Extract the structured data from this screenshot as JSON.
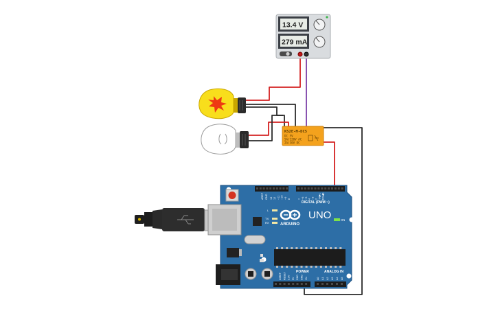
{
  "power_supply": {
    "voltage_display": "13.4 V",
    "current_display": "279 mA"
  },
  "relay": {
    "model": "KS2E-M-DC5",
    "line1": "DC 5V",
    "line2": "5A/120V AC",
    "line3": "2A/30V DC"
  },
  "arduino": {
    "brand": "ARDUINO",
    "model": "UNO",
    "digital_label": "DIGITAL (PWM ~)",
    "power_label": "POWER",
    "analog_label": "ANALOG IN",
    "on_label": "ON",
    "led_l": "L",
    "led_tx": "TX",
    "led_rx": "RX",
    "aref": "AREF",
    "gnd": "GND",
    "digital_pins": [
      "13",
      "12",
      "~11",
      "~10",
      "~9",
      "8",
      "7",
      "~6",
      "~5",
      "4",
      "~3",
      "2",
      "TX▶1",
      "RX◀0"
    ],
    "power_pins": [
      "IOREF",
      "RESET",
      "3.3V",
      "5V",
      "GND",
      "GND",
      "Vin"
    ],
    "analog_pins": [
      "A0",
      "A1",
      "A2",
      "A3",
      "A4",
      "A5"
    ]
  },
  "colors": {
    "wire_red": "#d42020",
    "wire_black": "#2a2a2a",
    "wire_purple": "#7b3fa8",
    "board_blue": "#2d6ea6",
    "relay_orange": "#f4a21d"
  }
}
